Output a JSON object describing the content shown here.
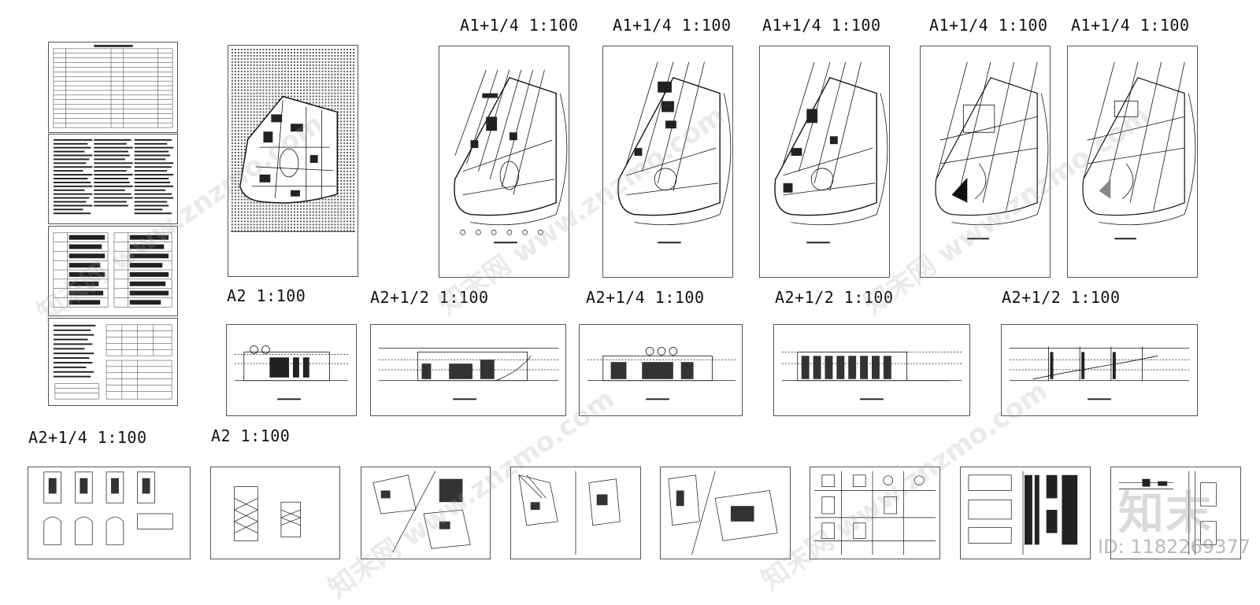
{
  "labels": {
    "top1": "A1+1/4 1:100",
    "top2": "A1+1/4 1:100",
    "top3": "A1+1/4 1:100",
    "top4": "A1+1/4 1:100",
    "top5": "A1+1/4 1:100",
    "mid1": "A2 1:100",
    "mid2": "A2+1/2 1:100",
    "mid3": "A2+1/4 1:100",
    "mid4": "A2+1/2 1:100",
    "mid5": "A2+1/2 1:100",
    "bot1": "A2+1/4 1:100",
    "bot2": "A2 1:100"
  },
  "watermark": {
    "text": "知末网 www.znzmo.com",
    "logo": "知末",
    "id": "ID: 1182269377"
  }
}
